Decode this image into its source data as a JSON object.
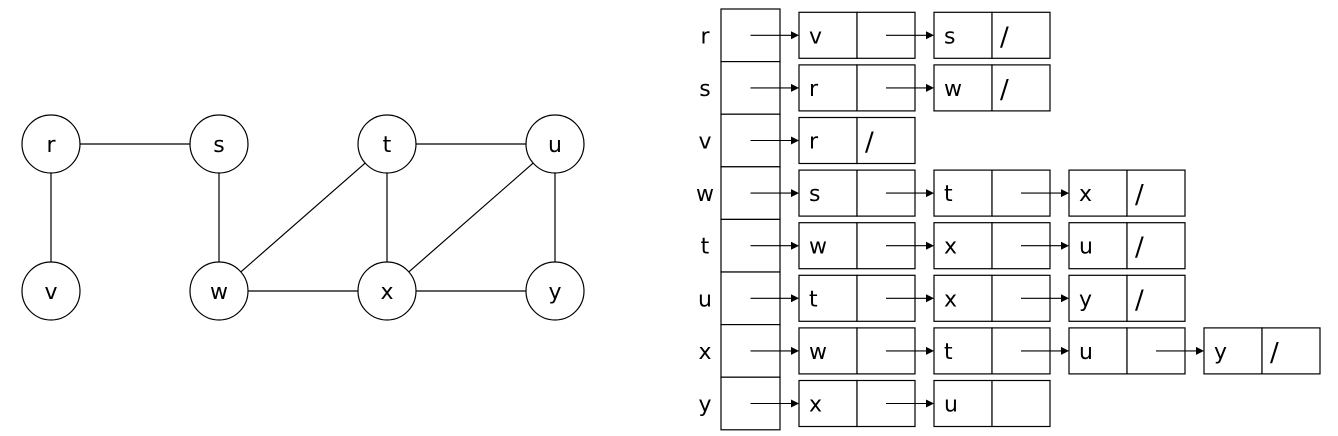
{
  "graph": {
    "nodes": [
      {
        "id": "r",
        "label": "r"
      },
      {
        "id": "s",
        "label": "s"
      },
      {
        "id": "t",
        "label": "t"
      },
      {
        "id": "u",
        "label": "u"
      },
      {
        "id": "v",
        "label": "v"
      },
      {
        "id": "w",
        "label": "w"
      },
      {
        "id": "x",
        "label": "x"
      },
      {
        "id": "y",
        "label": "y"
      }
    ],
    "edges": [
      [
        "r",
        "s"
      ],
      [
        "r",
        "v"
      ],
      [
        "s",
        "w"
      ],
      [
        "t",
        "u"
      ],
      [
        "t",
        "w"
      ],
      [
        "t",
        "x"
      ],
      [
        "u",
        "x"
      ],
      [
        "u",
        "y"
      ],
      [
        "w",
        "x"
      ],
      [
        "x",
        "y"
      ]
    ]
  },
  "adjacency_list": {
    "nil_symbol": "/",
    "rows": [
      {
        "vertex": "r",
        "neighbors": [
          "v",
          "s"
        ],
        "terminated": true
      },
      {
        "vertex": "s",
        "neighbors": [
          "r",
          "w"
        ],
        "terminated": true
      },
      {
        "vertex": "v",
        "neighbors": [
          "r"
        ],
        "terminated": true
      },
      {
        "vertex": "w",
        "neighbors": [
          "s",
          "t",
          "x"
        ],
        "terminated": true
      },
      {
        "vertex": "t",
        "neighbors": [
          "w",
          "x",
          "u"
        ],
        "terminated": true
      },
      {
        "vertex": "u",
        "neighbors": [
          "t",
          "x",
          "y"
        ],
        "terminated": true
      },
      {
        "vertex": "x",
        "neighbors": [
          "w",
          "t",
          "u",
          "y"
        ],
        "terminated": true
      },
      {
        "vertex": "y",
        "neighbors": [
          "x",
          "u"
        ],
        "terminated": false
      }
    ]
  }
}
